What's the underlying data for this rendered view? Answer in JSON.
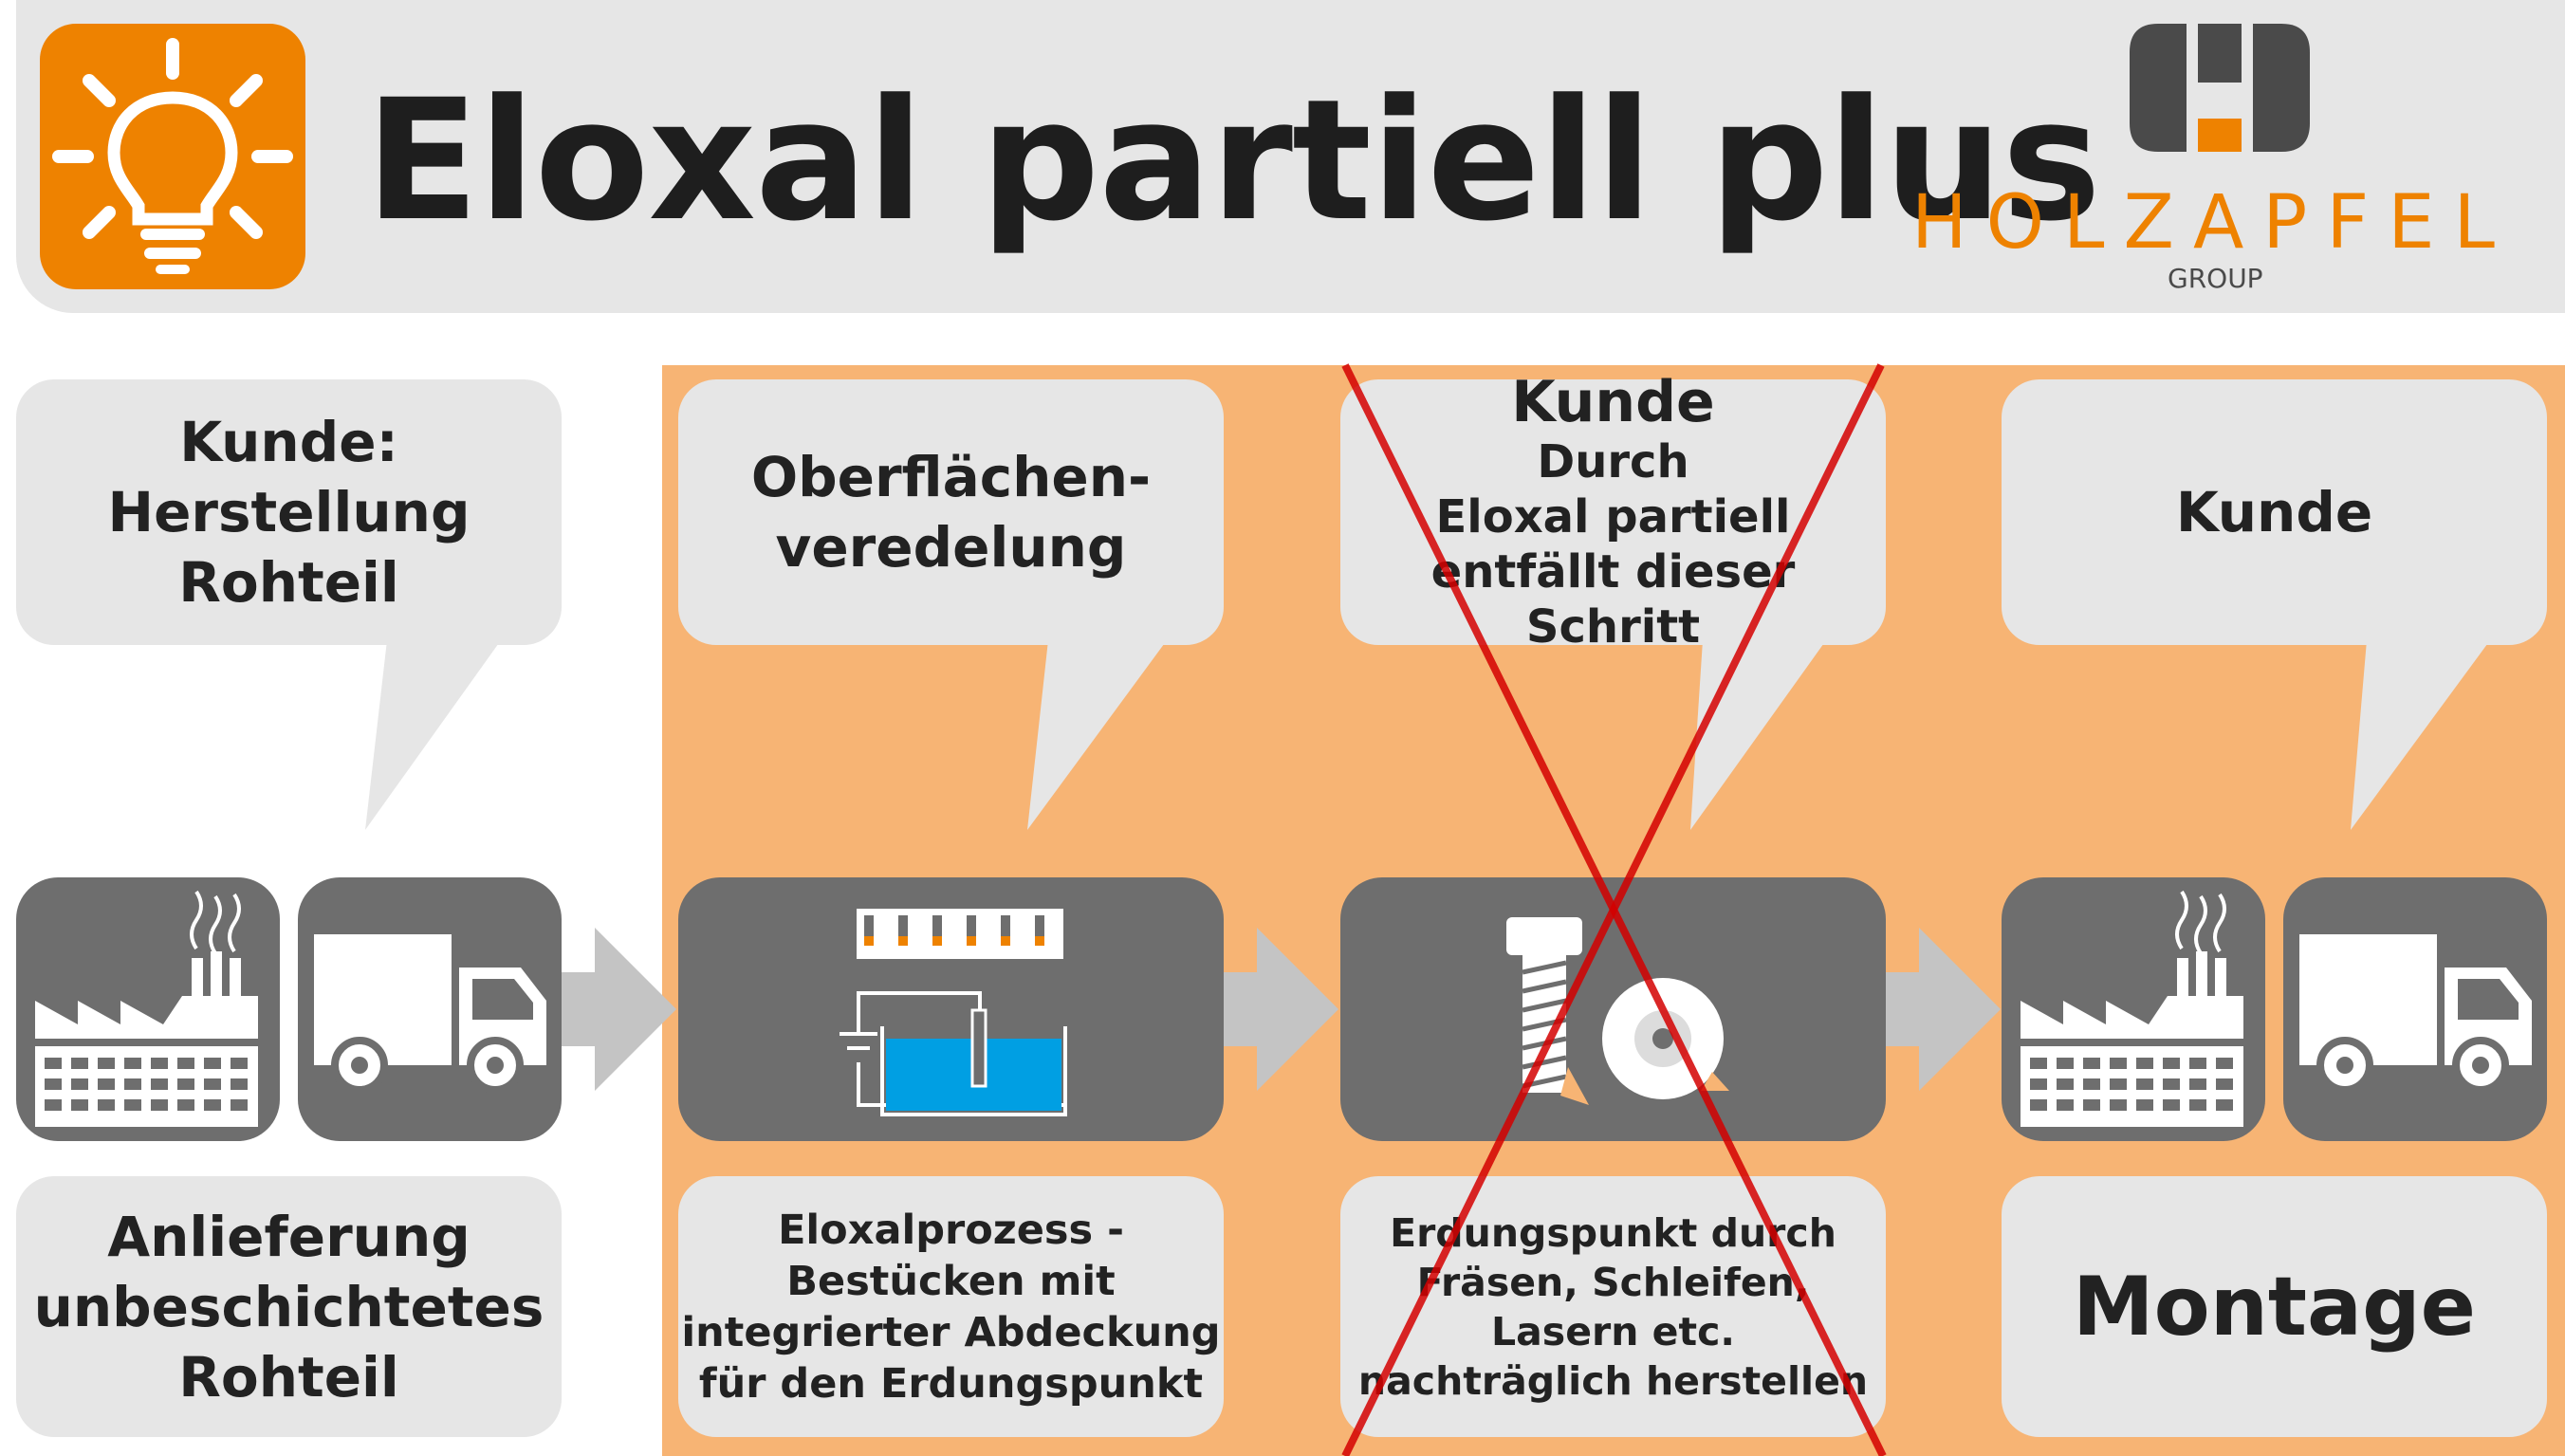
{
  "header": {
    "title": "Eloxal partiell plus",
    "logo_text": "HOLZAPFEL",
    "logo_subtext": "GROUP",
    "accent_color": "#ee8200"
  },
  "stages": [
    {
      "bubble": "Kunde:\nHerstellung\nRohteil",
      "icons": [
        "factory-icon",
        "truck-icon"
      ],
      "description": "Anlieferung\nunbeschichtetes\nRohteil"
    },
    {
      "bubble": "Oberflächen-\nveredelung",
      "icons": [
        "anodizing-process-icon"
      ],
      "description": "Eloxalprozess -\nBestücken mit\nintegrierter Abdeckung\nfür den Erdungspunkt"
    },
    {
      "bubble_title": "Kunde",
      "bubble": "Durch\nEloxal partiell\nentfällt dieser Schritt",
      "icons": [
        "screw-and-grinding-wheel-icon"
      ],
      "description": "Erdungspunkt durch\nFräsen, Schleifen,\nLasern etc.\nnachträglich herstellen",
      "crossed_out": true,
      "cross_color": "#d40000"
    },
    {
      "bubble": "Kunde",
      "icons": [
        "factory-icon",
        "truck-icon"
      ],
      "description": "Montage"
    }
  ]
}
